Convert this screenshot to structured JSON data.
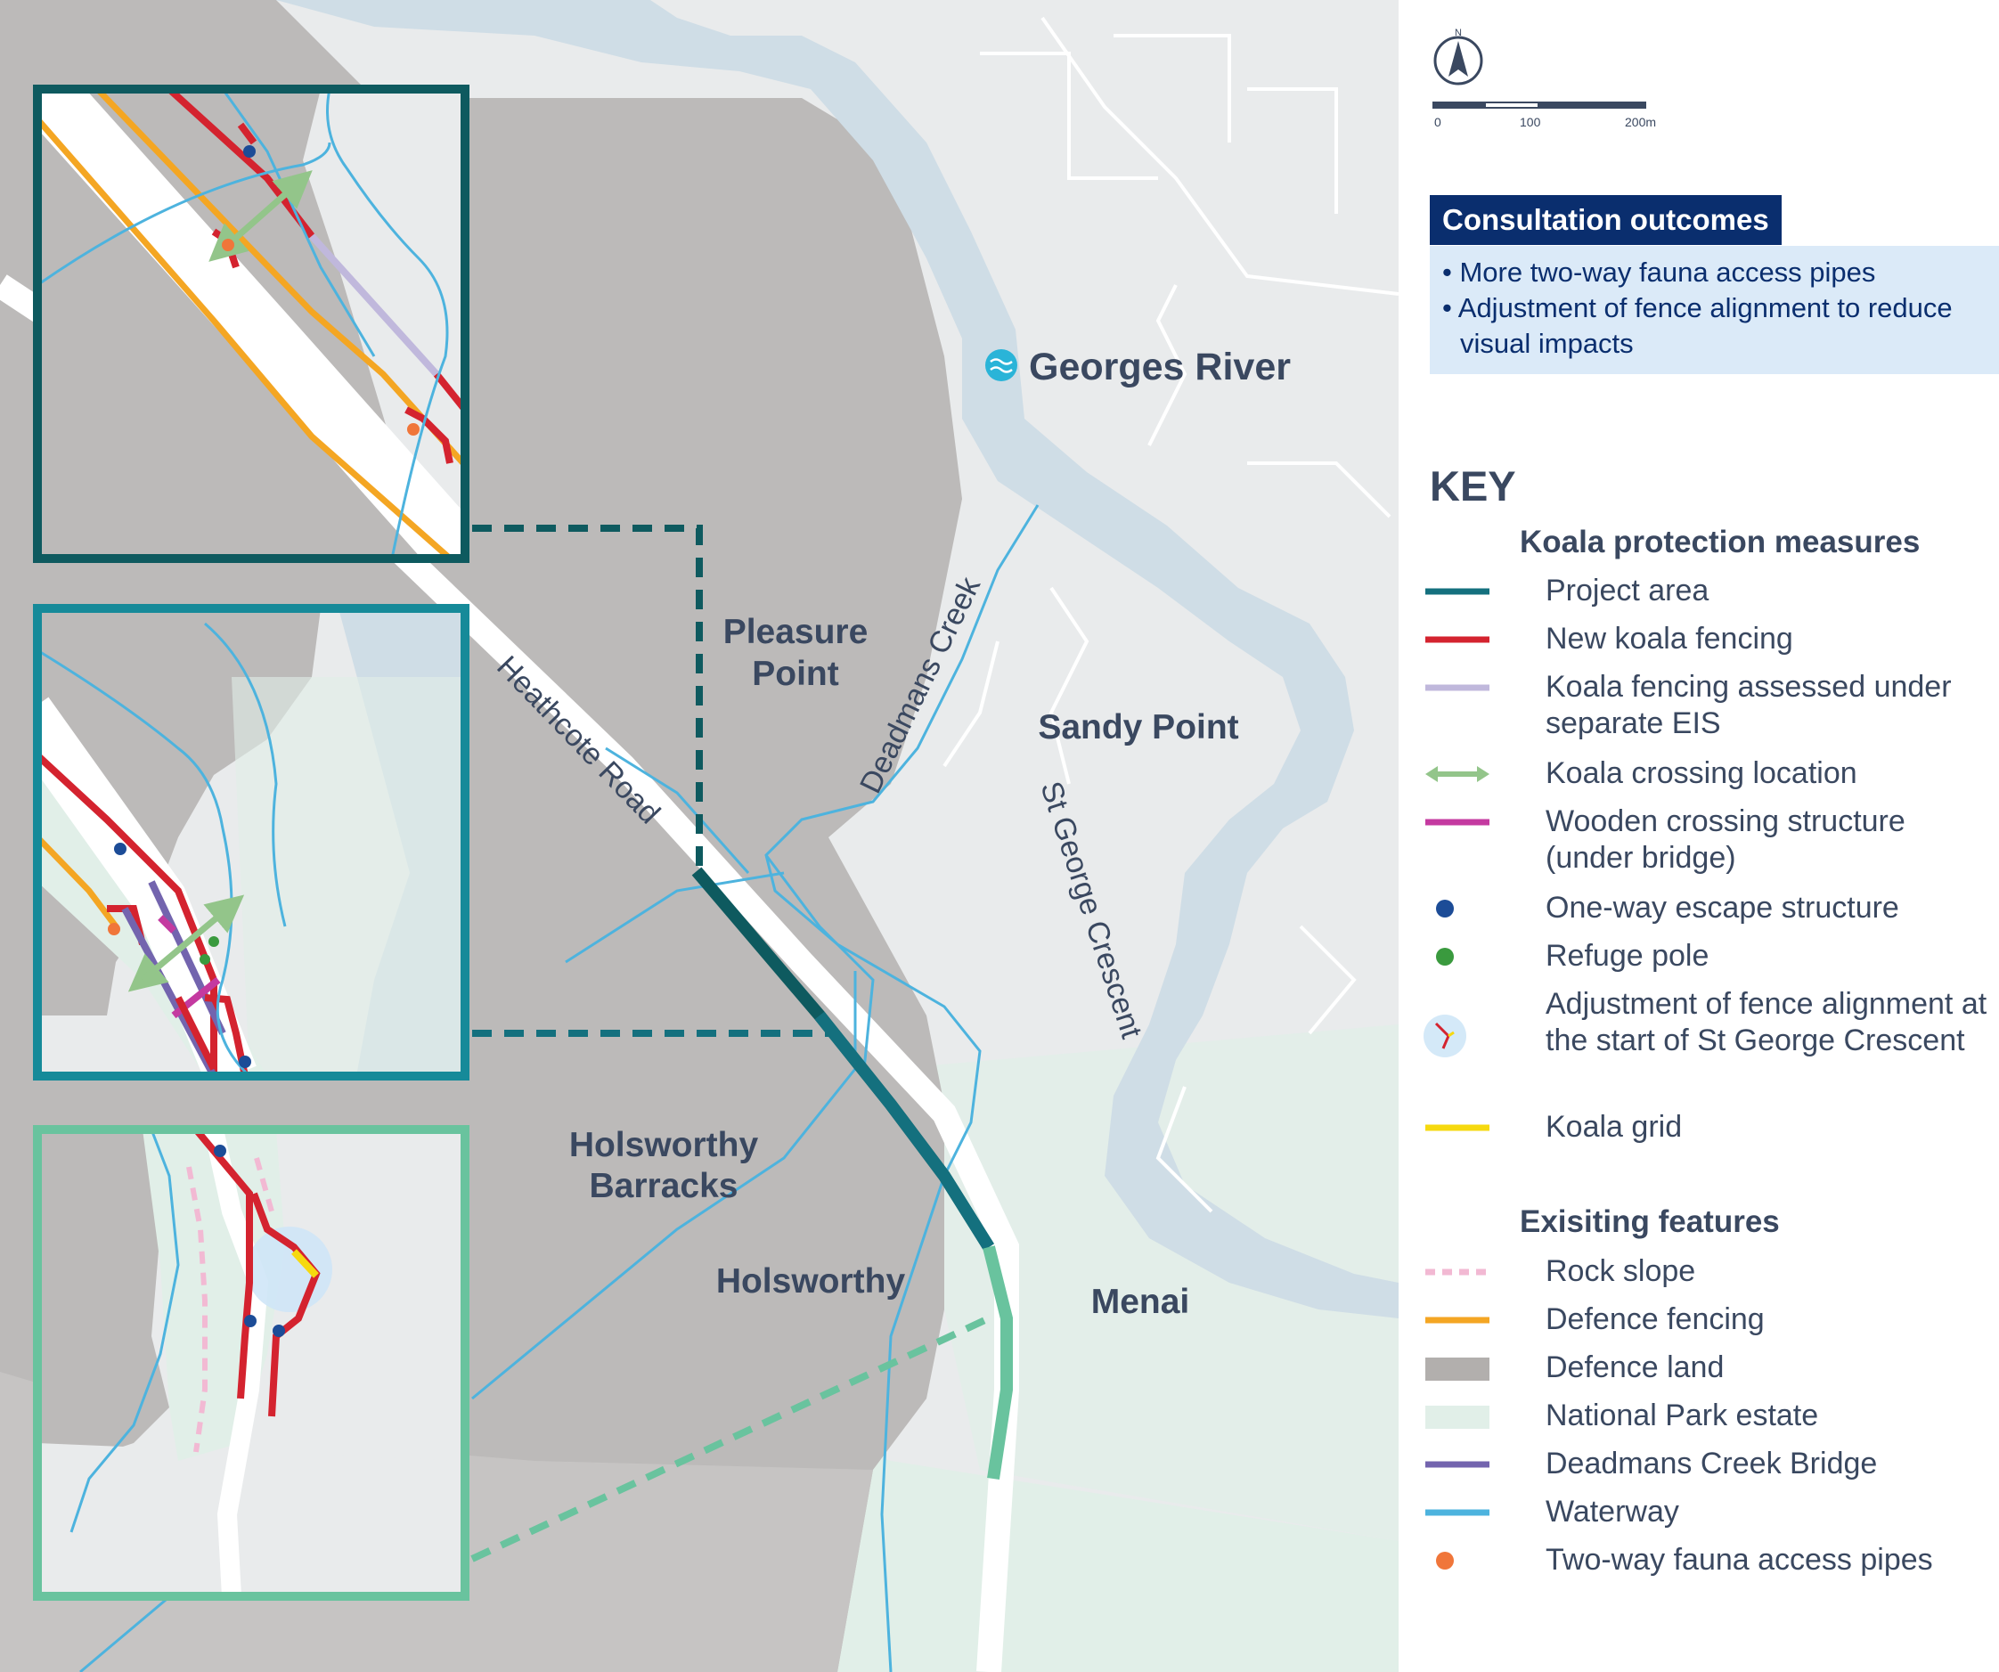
{
  "map": {
    "places": {
      "georges_river": "Georges River",
      "pleasure_point_line1": "Pleasure",
      "pleasure_point_line2": "Point",
      "sandy_point": "Sandy Point",
      "holsworthy_barracks_line1": "Holsworthy",
      "holsworthy_barracks_line2": "Barracks",
      "holsworthy": "Holsworthy",
      "menai": "Menai"
    },
    "roads": {
      "heathcote_road": "Heathcote Road",
      "deadmans_creek": "Deadmans Creek",
      "st_george_crescent": "St George Crescent"
    },
    "scale_bar": {
      "tick_0": "0",
      "tick_100": "100",
      "tick_200": "200m"
    },
    "north_arrow_label": "N",
    "north_arrow_icon": "north-arrow-icon",
    "waterway_icon": "water-icon"
  },
  "consultation": {
    "title": "Consultation outcomes",
    "items": [
      "More two-way fauna access pipes",
      "Adjustment of fence alignment to reduce visual impacts"
    ]
  },
  "key": {
    "title": "KEY",
    "koala_heading": "Koala protection measures",
    "koala_items": [
      {
        "label": "Project area",
        "symbol": "line",
        "color": "#14707e"
      },
      {
        "label": "New koala fencing",
        "symbol": "line",
        "color": "#d4232f"
      },
      {
        "label": "Koala fencing assessed under separate EIS",
        "symbol": "line",
        "color": "#c0b8dc"
      },
      {
        "label": "Koala crossing location",
        "symbol": "double-arrow",
        "color": "#93c58a"
      },
      {
        "label": "Wooden crossing structure (under bridge)",
        "symbol": "line",
        "color": "#c43aa0"
      },
      {
        "label": "One-way escape structure",
        "symbol": "dot",
        "color": "#1c4c97"
      },
      {
        "label": "Refuge pole",
        "symbol": "dot",
        "color": "#3a9a3e"
      },
      {
        "label": "Adjustment of fence alignment at the start of St George Crescent",
        "symbol": "adjust-circle",
        "color": "#d4e9f8"
      },
      {
        "label": "Koala grid",
        "symbol": "line",
        "color": "#f6d90f"
      }
    ],
    "existing_heading": "Exisiting features",
    "existing_items": [
      {
        "label": "Rock slope",
        "symbol": "dashed-line",
        "color": "#f2b9d3"
      },
      {
        "label": "Defence fencing",
        "symbol": "line",
        "color": "#f4a623"
      },
      {
        "label": "Defence land",
        "symbol": "area",
        "color": "#b2afad"
      },
      {
        "label": "National Park estate",
        "symbol": "area",
        "color": "#e1efe8"
      },
      {
        "label": "Deadmans Creek Bridge",
        "symbol": "line",
        "color": "#7364ae"
      },
      {
        "label": "Waterway",
        "symbol": "line",
        "color": "#4db3de"
      },
      {
        "label": "Two-way fauna access pipes",
        "symbol": "dot",
        "color": "#f0763a"
      }
    ]
  },
  "colors": {
    "background": "#e9ebec",
    "river": "#cfdde6",
    "defence_land": "#bcbab9",
    "national_park": "#e1efe8",
    "inset_top_frame": "#0e5a5f",
    "inset_mid_frame": "#168a99",
    "inset_bottom_frame": "#69c39e"
  }
}
